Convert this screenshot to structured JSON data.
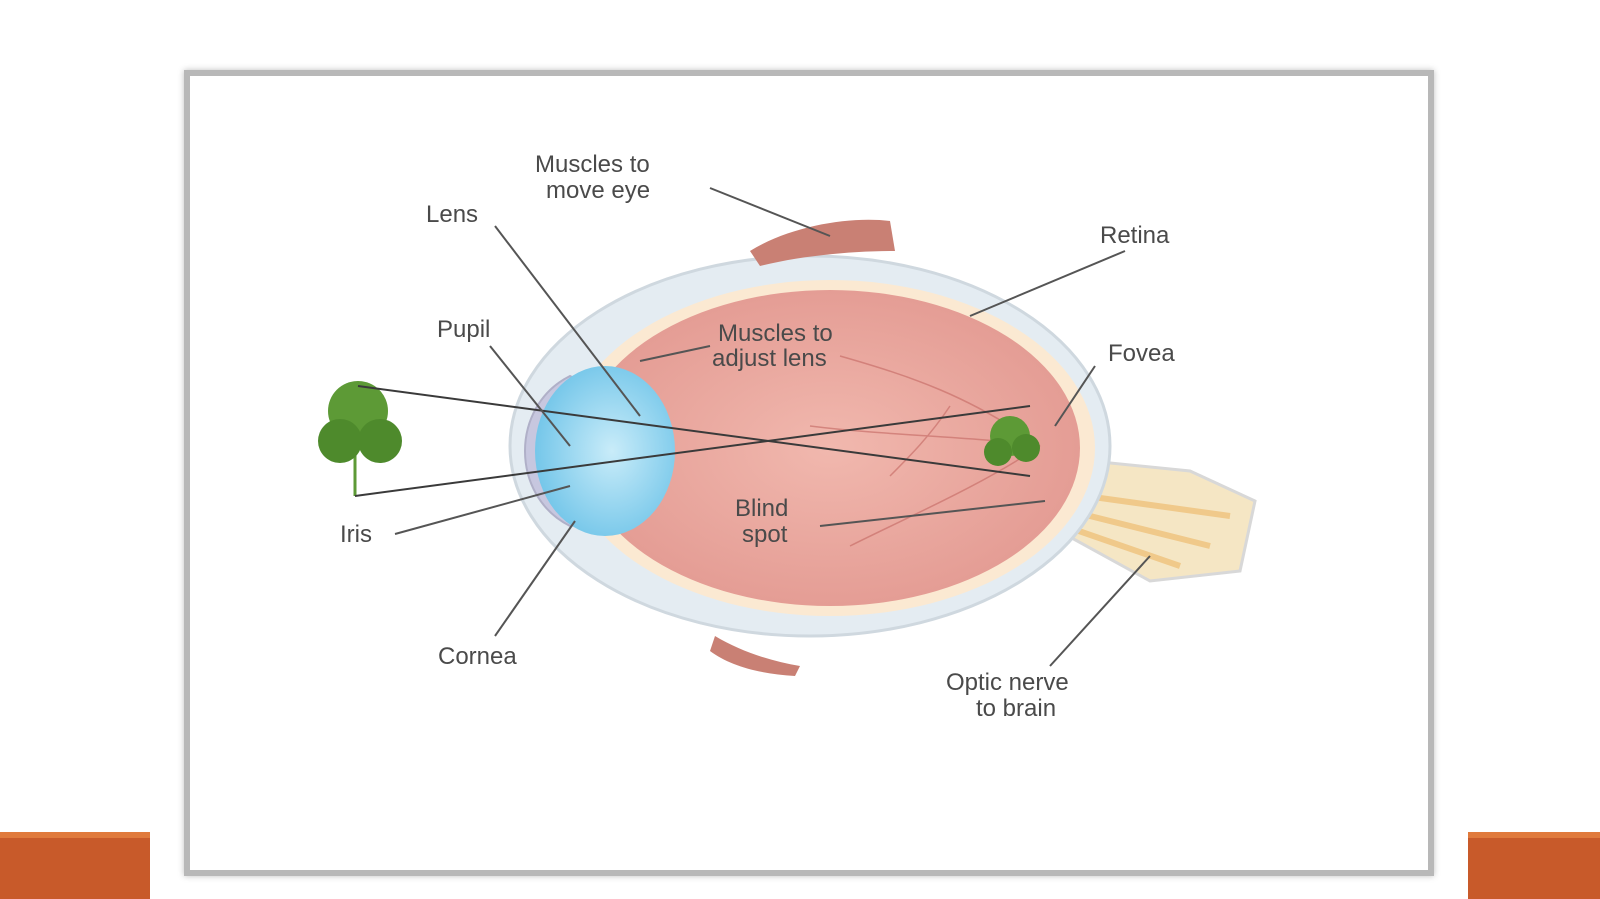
{
  "diagram": {
    "labels": {
      "muscles_move_eye_1": "Muscles to",
      "muscles_move_eye_2": "move eye",
      "lens": "Lens",
      "retina": "Retina",
      "pupil": "Pupil",
      "muscles_adjust_lens_1": "Muscles to",
      "muscles_adjust_lens_2": "adjust lens",
      "fovea": "Fovea",
      "blind_spot_1": "Blind",
      "blind_spot_2": "spot",
      "iris": "Iris",
      "cornea": "Cornea",
      "optic_nerve_1": "Optic nerve",
      "optic_nerve_2": "to brain"
    },
    "colors": {
      "accent": "#c85a2a",
      "eyeball": "#e8a7a0",
      "sclera": "#dfe7ee",
      "lens": "#8fd2ee",
      "muscle": "#c98074",
      "plant": "#5d9a36",
      "nerve": "#f3e0b5"
    }
  }
}
